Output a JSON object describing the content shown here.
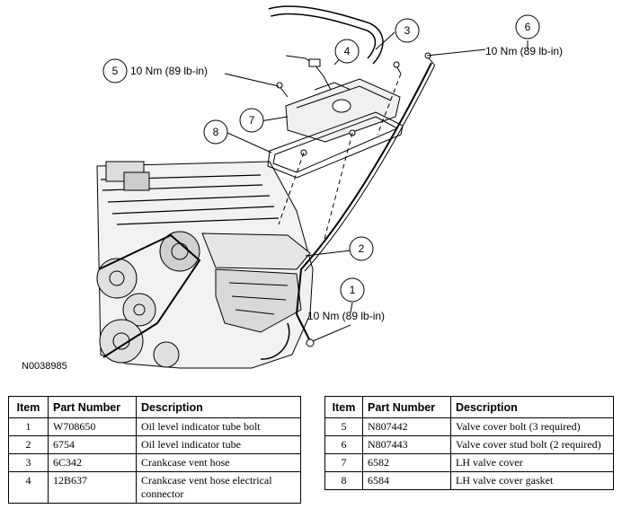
{
  "figure_id": "N0038985",
  "callouts": [
    {
      "num": "1",
      "torque": "10 Nm (89 lb-in)"
    },
    {
      "num": "2",
      "torque": ""
    },
    {
      "num": "3",
      "torque": ""
    },
    {
      "num": "4",
      "torque": ""
    },
    {
      "num": "5",
      "torque": "10 Nm (89 lb-in)"
    },
    {
      "num": "6",
      "torque": "10 Nm (89 lb-in)"
    },
    {
      "num": "7",
      "torque": ""
    },
    {
      "num": "8",
      "torque": ""
    }
  ],
  "table_headers": {
    "item": "Item",
    "part_number": "Part Number",
    "description": "Description"
  },
  "parts_left": [
    {
      "item": "1",
      "part_number": "W708650",
      "description": "Oil level indicator tube bolt"
    },
    {
      "item": "2",
      "part_number": "6754",
      "description": "Oil level indicator tube"
    },
    {
      "item": "3",
      "part_number": "6C342",
      "description": "Crankcase vent hose"
    },
    {
      "item": "4",
      "part_number": "12B637",
      "description": "Crankcase vent hose electrical connector"
    }
  ],
  "parts_right": [
    {
      "item": "5",
      "part_number": "N807442",
      "description": "Valve cover bolt (3 required)"
    },
    {
      "item": "6",
      "part_number": "N807443",
      "description": "Valve cover stud bolt (2 required)"
    },
    {
      "item": "7",
      "part_number": "6582",
      "description": "LH valve cover"
    },
    {
      "item": "8",
      "part_number": "6584",
      "description": "LH valve cover gasket"
    }
  ]
}
